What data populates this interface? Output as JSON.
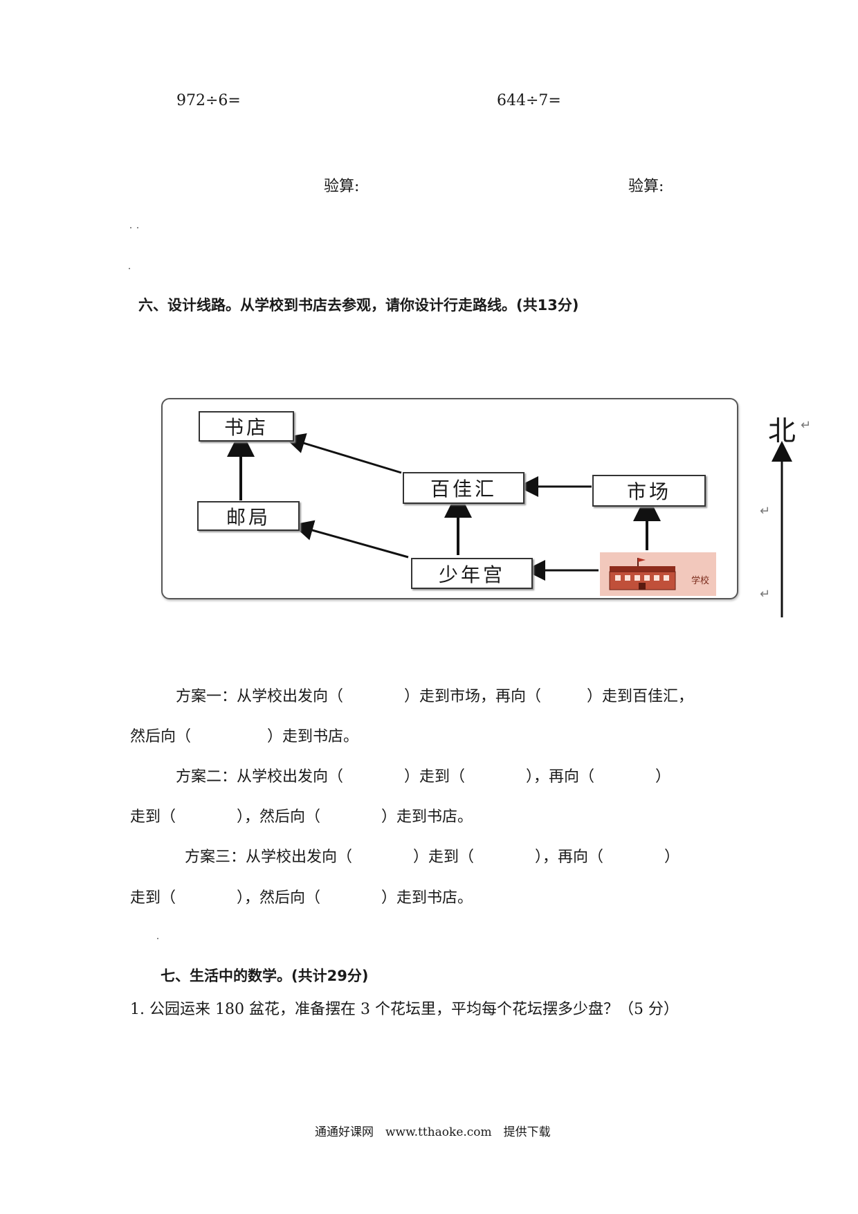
{
  "calc": {
    "problem1": "972÷6=",
    "problem2": "644÷7=",
    "check1": "验算:",
    "check2": "验算:"
  },
  "section6": {
    "heading": "六、设计线路。从学校到书店去参观，请你设计行走路线。(共13分)"
  },
  "map": {
    "nodes": {
      "bookstore": "书店",
      "post_office": "邮局",
      "baijiahui": "百佳汇",
      "market": "市场",
      "youth_palace": "少年宫",
      "school": "学校"
    },
    "north_label": "北",
    "return_mark": "↵"
  },
  "plans": {
    "plan1_line1": "方案一：从学校出发向（　　　　）走到市场，再向（　　　）走到百佳汇，",
    "plan1_line2": "然后向（　　　　　）走到书店。",
    "plan2_line1": "方案二：从学校出发向（　　　　）走到（　　　　），再向（　　　　）",
    "plan2_line2": "走到（　　　　），然后向（　　　　）走到书店。",
    "plan3_line1": "方案三：从学校出发向（　　　　）走到（　　　　），再向（　　　　）",
    "plan3_line2": "走到（　　　　），然后向（　　　　）走到书店。"
  },
  "section7": {
    "heading": "七、生活中的数学。(共计29分)",
    "q1": "1. 公园运来 180 盆花，准备摆在 3 个花坛里，平均每个花坛摆多少盘？（5 分）"
  },
  "footer": "通通好课网　www.tthaoke.com　提供下载"
}
